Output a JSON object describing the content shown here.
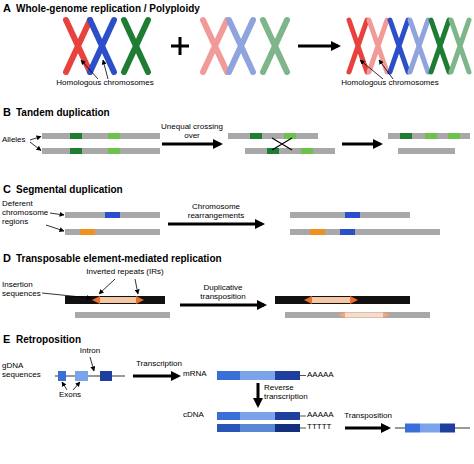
{
  "diagram": {
    "labels": [
      "A",
      "Whole-genome replication / Polyploidy",
      "Homologous chromosomes",
      "Homologous chromosomes",
      "B",
      "Tandem duplication",
      "Alleles",
      "Unequal crossing over",
      "C",
      "Segmental duplication",
      "Deferent chromosome regions",
      "Chromosome rearrangements",
      "D",
      "Transposable element-mediated replication",
      "Inverted repeats (IRs)",
      "Insertion sequences",
      "Duplicative transposition",
      "E",
      "Retroposition",
      "Intron",
      "gDNA sequences",
      "Exons",
      "Transcription",
      "mRNA",
      "AAAAA",
      "Reverse transcription",
      "cDNA",
      "AAAAA",
      "TTTTT",
      "Transposition"
    ]
  }
}
